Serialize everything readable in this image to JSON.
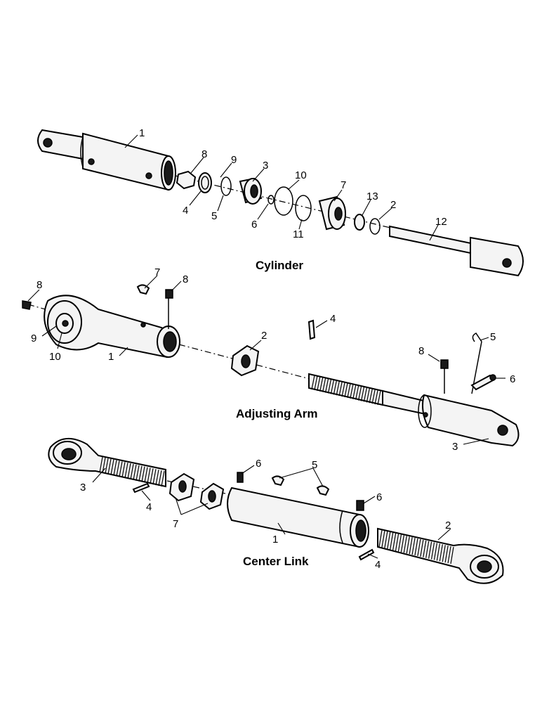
{
  "sections": {
    "cylinder": "Cylinder",
    "adjusting_arm": "Adjusting Arm",
    "center_link": "Center Link"
  },
  "callouts": {
    "cylinder": [
      "1",
      "8",
      "9",
      "3",
      "10",
      "7",
      "13",
      "2",
      "12",
      "4",
      "5",
      "6",
      "11"
    ],
    "adjusting_arm": [
      "8",
      "7",
      "8",
      "9",
      "10",
      "1",
      "2",
      "4",
      "5",
      "8",
      "6",
      "3"
    ],
    "center_link": [
      "6",
      "5",
      "6",
      "3",
      "4",
      "7",
      "1",
      "2",
      "4"
    ]
  }
}
